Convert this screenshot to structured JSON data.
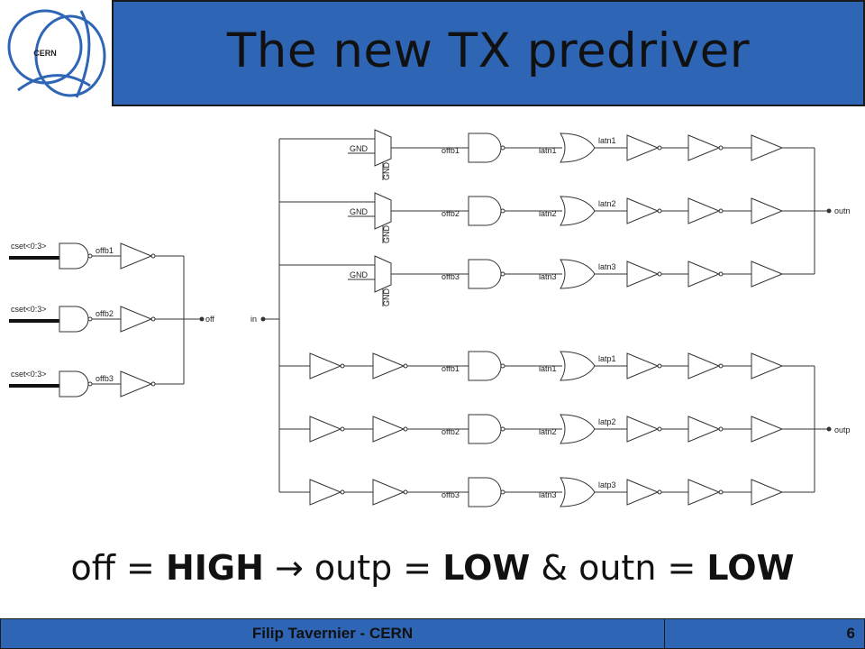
{
  "title": "The new TX predriver",
  "logo_text": "CERN",
  "equation": {
    "p1": "off = ",
    "b1": "HIGH",
    "p2": " → outp = ",
    "b2": "LOW",
    "p3": " & outn = ",
    "b3": "LOW"
  },
  "footer": {
    "author": "Filip Tavernier - CERN",
    "page": "6"
  },
  "schematic": {
    "left": {
      "cset": [
        "cset<0:3>",
        "cset<0:3>",
        "cset<0:3>"
      ],
      "offb": [
        "offb1",
        "offb2",
        "offb3"
      ],
      "out": "off"
    },
    "right": {
      "in": "in",
      "gnd": "GND",
      "n_offb": [
        "offb1",
        "offb2",
        "offb3"
      ],
      "n_latn": [
        "latn1",
        "latn2",
        "latn3"
      ],
      "n_lat_out": [
        "latn1",
        "latn2",
        "latn3"
      ],
      "p_offb": [
        "offb1",
        "offb2",
        "offb3"
      ],
      "p_latn": [
        "latn1",
        "latn2",
        "latn3"
      ],
      "p_lat_out": [
        "latp1",
        "latp2",
        "latp3"
      ],
      "outn": "outn",
      "outp": "outp"
    }
  }
}
